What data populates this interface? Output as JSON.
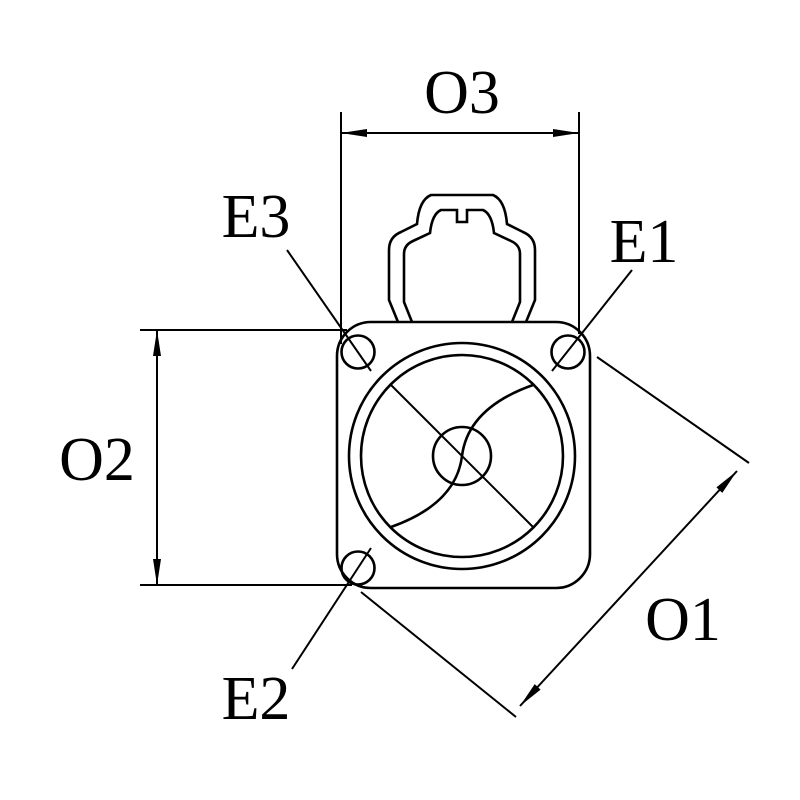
{
  "labels": {
    "o1": "O1",
    "o2": "O2",
    "o3": "O3",
    "e1": "E1",
    "e2": "E2",
    "e3": "E3"
  },
  "colors": {
    "line": "#000000",
    "background": "#ffffff"
  }
}
